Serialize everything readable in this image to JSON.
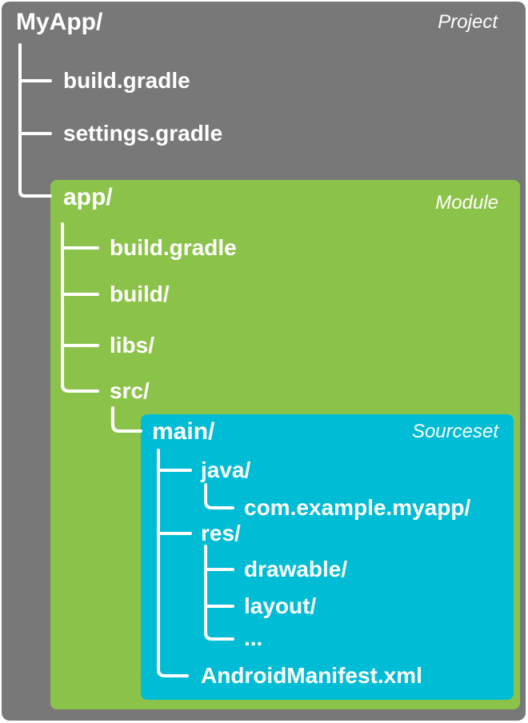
{
  "project": {
    "name": "MyApp/",
    "badge": "Project",
    "files": [
      "build.gradle",
      "settings.gradle"
    ],
    "bg_color": "#787878"
  },
  "module": {
    "name": "app/",
    "badge": "Module",
    "entries": [
      "build.gradle",
      "build/",
      "libs/",
      "src/"
    ],
    "bg_color": "#8BC34A"
  },
  "sourceset": {
    "name": "main/",
    "badge": "Sourceset",
    "java_dir": "java/",
    "package_dir": "com.example.myapp/",
    "res_dir": "res/",
    "res_children": [
      "drawable/",
      "layout/",
      "..."
    ],
    "manifest": "AndroidManifest.xml",
    "bg_color": "#00BCD4"
  },
  "colors": {
    "line": "#FFFFFF",
    "text": "#FFFFFF",
    "page_bg": "#FFFFFF"
  }
}
